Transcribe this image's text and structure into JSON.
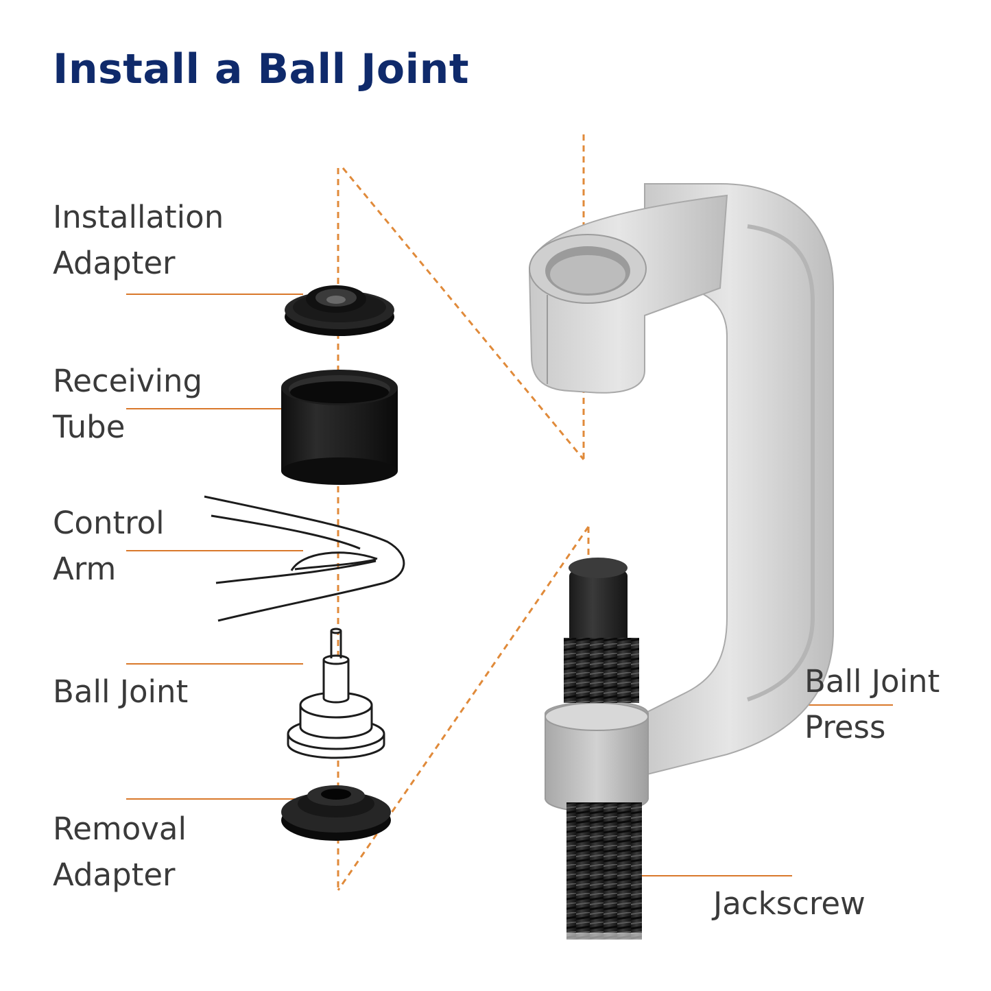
{
  "title": "Install a Ball Joint",
  "labels": {
    "installation_adapter": [
      "Installation",
      "Adapter"
    ],
    "receiving_tube": [
      "Receiving",
      "Tube"
    ],
    "control_arm": [
      "Control",
      "Arm"
    ],
    "ball_joint": [
      "Ball Joint"
    ],
    "removal_adapter": [
      "Removal",
      "Adapter"
    ],
    "ball_joint_press": [
      "Ball Joint",
      "Press"
    ],
    "jackscrew": [
      "Jackscrew"
    ]
  },
  "colors": {
    "title": "#0f2a6b",
    "text": "#3a3a3a",
    "leader_line": "#d9782a",
    "dashed_guide": "#e08a3a",
    "part_black": "#1c1c1c",
    "press_silver": "#d6d6d6"
  }
}
